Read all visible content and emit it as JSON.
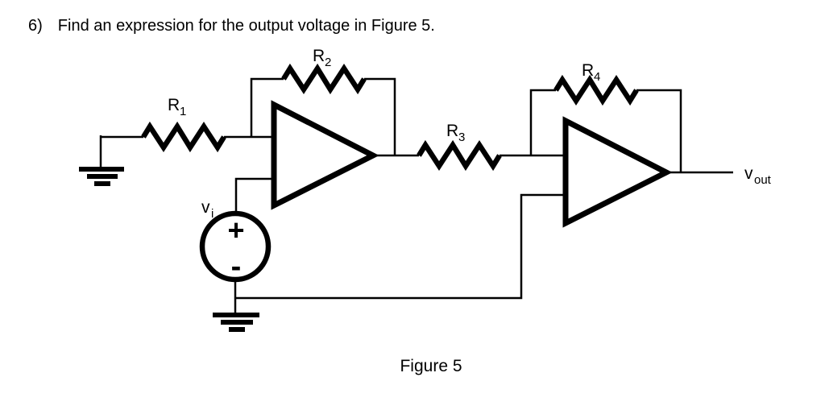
{
  "problem": {
    "number": "6)",
    "text": "Find an expression for the output voltage in Figure 5."
  },
  "figure_caption": "Figure 5",
  "circuit": {
    "ink_color": "#000000",
    "background_color": "#ffffff",
    "resistor_labels": {
      "r1": {
        "base": "R",
        "sub": "1"
      },
      "r2": {
        "base": "R",
        "sub": "2"
      },
      "r3": {
        "base": "R",
        "sub": "3"
      },
      "r4": {
        "base": "R",
        "sub": "4"
      }
    },
    "source_label": {
      "base": "v",
      "sub": "i"
    },
    "source_polarity": {
      "plus": "+",
      "minus": "-"
    },
    "output_label": {
      "base": "v",
      "sub": "out"
    }
  }
}
